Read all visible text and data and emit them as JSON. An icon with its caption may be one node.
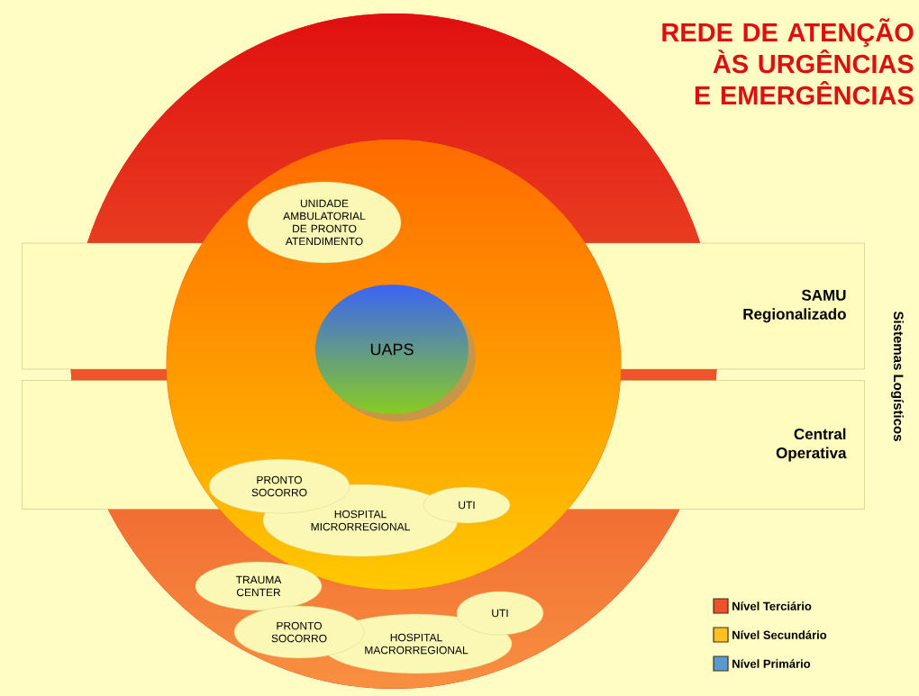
{
  "diagram": {
    "title": "REDE DE ATENÇÃO ÀS URGÊNCIAS E EMERGÊNCIAS",
    "nodes": [
      {
        "text": [],
        "shape": "circle"
      },
      {
        "text": [],
        "shape": "circle",
        "in": 0
      },
      {
        "text": [
          "SAMU Regionalizado"
        ]
      },
      {
        "text": [
          "Central Operativa"
        ]
      },
      {
        "text": [
          "UNIDADE AMBULATORIAL DE PRONTO ATENDIMENTO"
        ],
        "in": 1
      },
      {
        "text": [
          "UAPS"
        ],
        "in": 1
      },
      {
        "text": [
          "PRONTO SOCORRO"
        ]
      },
      {
        "text": [
          "HOSPITAL MICRORREGIONAL"
        ],
        "in": 1
      },
      {
        "text": [
          "UTI"
        ],
        "in": 1
      },
      {
        "text": [
          "TRAUMA CENTER"
        ],
        "in": 0
      },
      {
        "text": [
          "PRONTO SOCORRO"
        ],
        "in": 0
      },
      {
        "text": [
          "HOSPITAL MACRORREGIONAL"
        ],
        "in": 0
      },
      {
        "text": [
          "UTI"
        ],
        "in": 0
      }
    ],
    "labels": [
      "Sistemas Logísticos"
    ],
    "legend": [
      {
        "text": "Nível Terciário",
        "color": "#f0502a"
      },
      {
        "text": "Nível Secundário",
        "color": "#ffc020"
      },
      {
        "text": "Nível Primário",
        "color": "#5a9ad0"
      }
    ]
  }
}
